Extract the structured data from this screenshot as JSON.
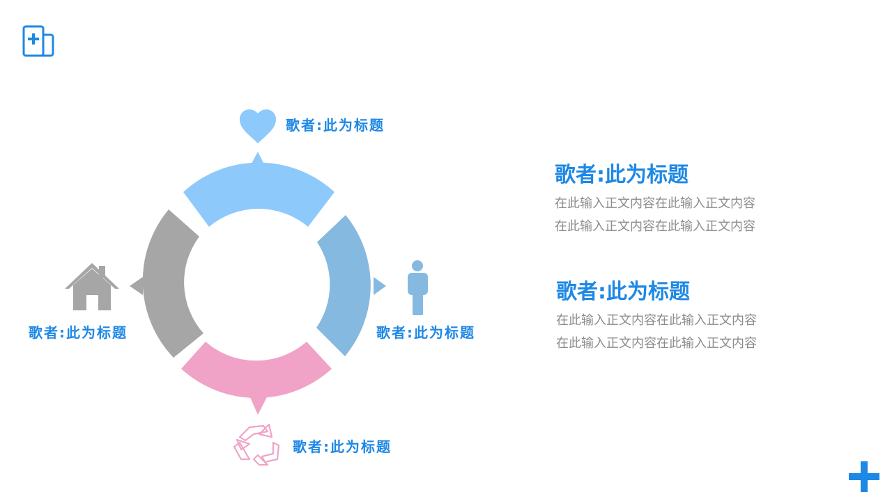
{
  "colors": {
    "accent": "#1e88e5",
    "top": "#8ec9fb",
    "right": "#86b9e0",
    "bottom": "#f0a3c6",
    "left": "#a6a6a6",
    "body_text": "#8c8c8c"
  },
  "segments": [
    {
      "id": "top",
      "label": "歌者:此为标题",
      "icon": "heart-icon"
    },
    {
      "id": "right",
      "label": "歌者:此为标题",
      "icon": "person-icon"
    },
    {
      "id": "bottom",
      "label": "歌者:此为标题",
      "icon": "recycle-icon"
    },
    {
      "id": "left",
      "label": "歌者:此为标题",
      "icon": "house-icon"
    }
  ],
  "blocks": [
    {
      "title": "歌者:此为标题",
      "lines": [
        "在此输入正文内容在此输入正文内容",
        "在此输入正文内容在此输入正文内容"
      ]
    },
    {
      "title": "歌者:此为标题",
      "lines": [
        "在此输入正文内容在此输入正文内容",
        "在此输入正文内容在此输入正文内容"
      ]
    }
  ],
  "logo_icon": "document-plus-icon",
  "corner_icon": "plus-icon"
}
